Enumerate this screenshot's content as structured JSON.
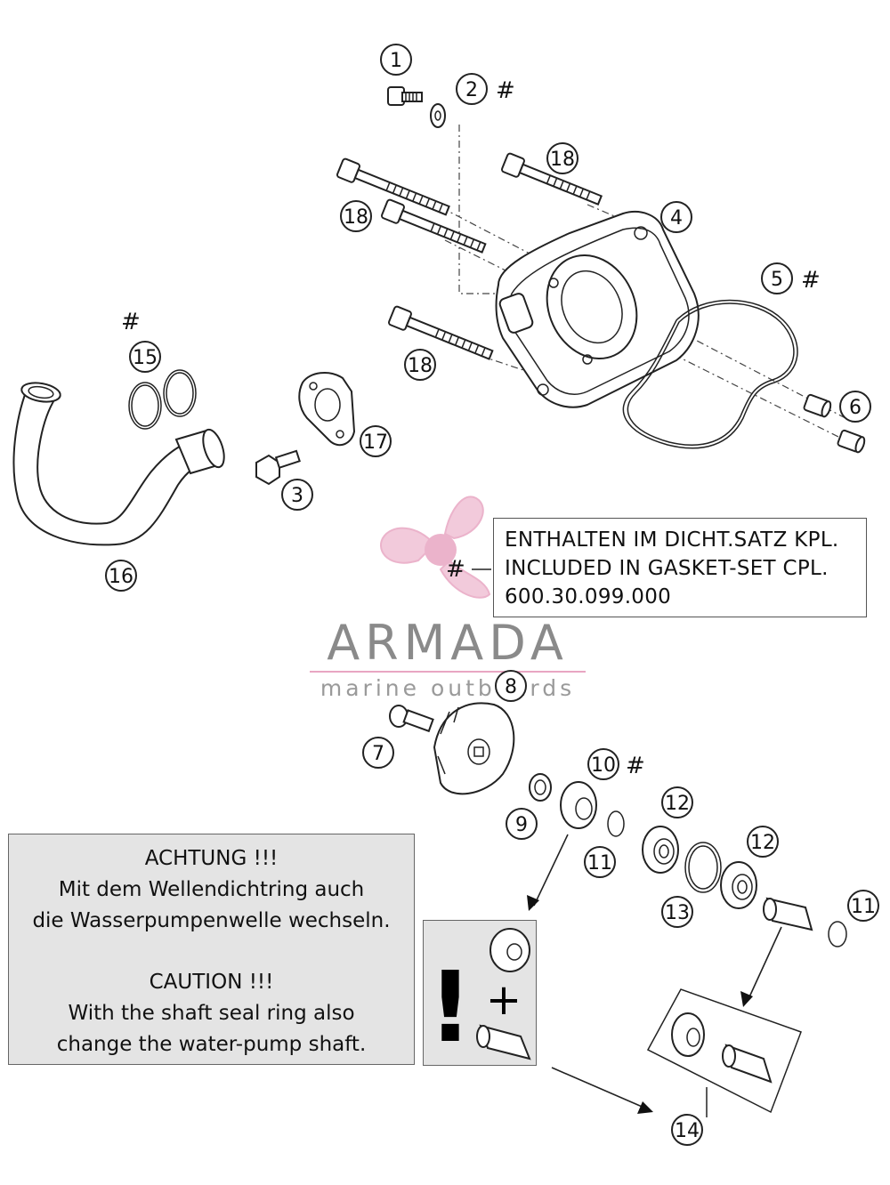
{
  "callouts": {
    "c1": "1",
    "c2": "2",
    "c3": "3",
    "c4": "4",
    "c5": "5",
    "c6": "6",
    "c7": "7",
    "c8": "8",
    "c9": "9",
    "c10": "10",
    "c11a": "11",
    "c11b": "11",
    "c12a": "12",
    "c12b": "12",
    "c13": "13",
    "c14": "14",
    "c15": "15",
    "c16": "16",
    "c17": "17",
    "c18a": "18",
    "c18b": "18",
    "c18c": "18"
  },
  "hash_mark": "#",
  "gasket_note": {
    "line1": "ENTHALTEN IM DICHT.SATZ KPL.",
    "line2": "INCLUDED IN GASKET-SET CPL.",
    "line3": "600.30.099.000"
  },
  "caution": {
    "de_title": "ACHTUNG !!!",
    "de_line1": "Mit dem Wellendichtring auch",
    "de_line2": "die Wasserpumpenwelle wechseln.",
    "en_title": "CAUTION !!!",
    "en_line1": "With the shaft seal ring also",
    "en_line2": "change the water-pump shaft."
  },
  "warning_glyphs": {
    "exclaim": "!",
    "plus": "+"
  },
  "watermark": {
    "brand": "ARMADA",
    "tagline": "marine outboards"
  },
  "colors": {
    "watermark_pink": "#e8a6c2",
    "watermark_gray": "#8a8a8a",
    "box_fill": "#e4e4e4"
  }
}
